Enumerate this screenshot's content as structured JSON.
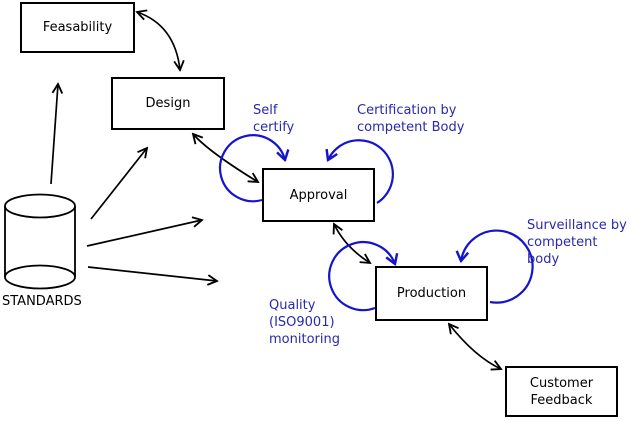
{
  "diagram": {
    "title_hint": "Product lifecycle / conformity assessment flow diagram",
    "colors": {
      "background": "#ffffff",
      "line": "#000000",
      "annotation_text": "#2929ae",
      "loop_arrow": "#1414cc"
    },
    "nodes": {
      "feasability": {
        "label": "Feasability"
      },
      "design": {
        "label": "Design"
      },
      "approval": {
        "label": "Approval"
      },
      "production": {
        "label": "Production"
      },
      "customer_feedback": {
        "label": "Customer\nFeedback"
      }
    },
    "datastore": {
      "label": "STANDARDS"
    },
    "annotations": {
      "self_certify": {
        "text": "Self\ncertify"
      },
      "certification": {
        "text": "Certification by\ncompetent Body"
      },
      "surveillance": {
        "text": "Surveillance by\ncompetent body"
      },
      "quality": {
        "text": "Quality\n(ISO9001)\nmonitoring"
      }
    },
    "edges": [
      {
        "from": "Feasability",
        "to": "Design",
        "direction": "both"
      },
      {
        "from": "Design",
        "to": "Approval",
        "direction": "both"
      },
      {
        "from": "Approval",
        "to": "Production",
        "direction": "both"
      },
      {
        "from": "Production",
        "to": "Customer Feedback",
        "direction": "both"
      },
      {
        "from": "STANDARDS",
        "to": "Feasability",
        "direction": "one-way"
      },
      {
        "from": "STANDARDS",
        "to": "Design",
        "direction": "one-way"
      },
      {
        "from": "STANDARDS",
        "to": "Approval",
        "direction": "one-way"
      },
      {
        "from": "STANDARDS",
        "to": "Production",
        "direction": "one-way"
      },
      {
        "loop_on": "Approval",
        "label": "Self certify",
        "side": "left"
      },
      {
        "loop_on": "Approval",
        "label": "Certification by competent Body",
        "side": "right"
      },
      {
        "loop_on": "Production",
        "label": "Quality (ISO9001) monitoring",
        "side": "left"
      },
      {
        "loop_on": "Production",
        "label": "Surveillance by competent body",
        "side": "right"
      }
    ]
  }
}
